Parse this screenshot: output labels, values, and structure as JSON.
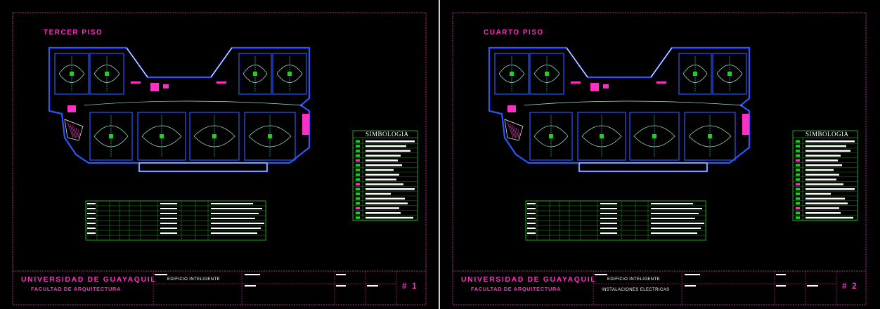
{
  "colors": {
    "background": "#000000",
    "border": "#ff2fc4",
    "frame": "#2a57ff",
    "grid": "#1fd11f",
    "wire": "#9fe8c8",
    "accent": "#ff2fc4",
    "cyan": "#33e0ff"
  },
  "sheets": [
    {
      "floor_title": "TERCER PISO",
      "university": "UNIVERSIDAD DE GUAYAQUIL",
      "faculty": "FACULTAD DE ARQUITECTURA",
      "project": "EDIFICIO INTELIGENTE",
      "subject": "",
      "legend_title": "SIMBOLOGIA",
      "sheet_number": "# 1"
    },
    {
      "floor_title": "CUARTO PISO",
      "university": "UNIVERSIDAD DE GUAYAQUIL",
      "faculty": "FACULTAD DE ARQUITECTURA",
      "project": "EDIFICIO INTELIGENTE",
      "subject": "INSTALACIONES ELECTRICAS",
      "legend_title": "SIMBOLOGIA",
      "sheet_number": "# 2"
    }
  ]
}
